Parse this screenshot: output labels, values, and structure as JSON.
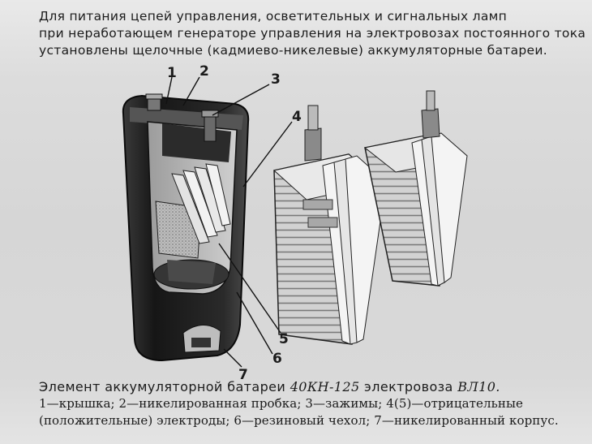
{
  "header": {
    "line1": "Для питания цепей управления, осветительных и сигнальных ламп",
    "line2": "при неработающем генераторе управления на электровозах постоянного тока",
    "line3": "установлены щелочные (кадмиево-никелевые) аккумуляторные батареи."
  },
  "callouts": {
    "n1": "1",
    "n2": "2",
    "n3": "3",
    "n4": "4",
    "n5": "5",
    "n6": "6",
    "n7": "7"
  },
  "caption": {
    "line1_prefix": "Элемент аккумуляторной батареи ",
    "line1_model": "40КН-125",
    "line1_mid": " электровоза ",
    "line1_loco": "ВЛ10.",
    "line2": "1—крышка; 2—никелированная пробка; 3—зажимы; 4(5)—отрицательные",
    "line3": "(положительные) электроды; 6—резиновый чехол; 7—никелированный корпус."
  }
}
